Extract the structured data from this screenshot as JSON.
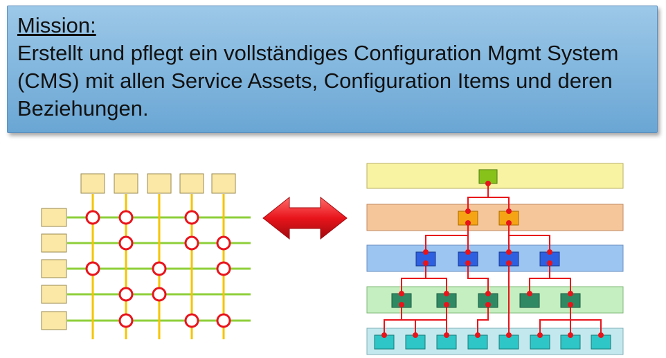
{
  "banner": {
    "heading": "Mission:",
    "body": "Erstellt und pflegt ein vollständiges Configuration Mgmt System (CMS) mit allen Service Assets, Configuration Items und deren Beziehungen."
  },
  "colors": {
    "banner": "#7fb5dd",
    "box_yellow": "#fbe8a6",
    "grid_green": "#8ecf3a",
    "grid_yellow": "#f5c400",
    "node_red": "#e8141b",
    "layer1": "#f7f3a2",
    "layer2": "#f6c69b",
    "layer3": "#9cc5f2",
    "layer4": "#c5efc0",
    "layer5": "#c3e9ee"
  },
  "matrix": {
    "rows": 5,
    "cols": 5,
    "relations": [
      [
        0,
        0
      ],
      [
        0,
        1
      ],
      [
        0,
        3
      ],
      [
        1,
        1
      ],
      [
        1,
        3
      ],
      [
        1,
        4
      ],
      [
        2,
        0
      ],
      [
        2,
        2
      ],
      [
        2,
        4
      ],
      [
        3,
        1
      ],
      [
        3,
        2
      ],
      [
        4,
        1
      ],
      [
        4,
        3
      ],
      [
        4,
        4
      ]
    ]
  }
}
